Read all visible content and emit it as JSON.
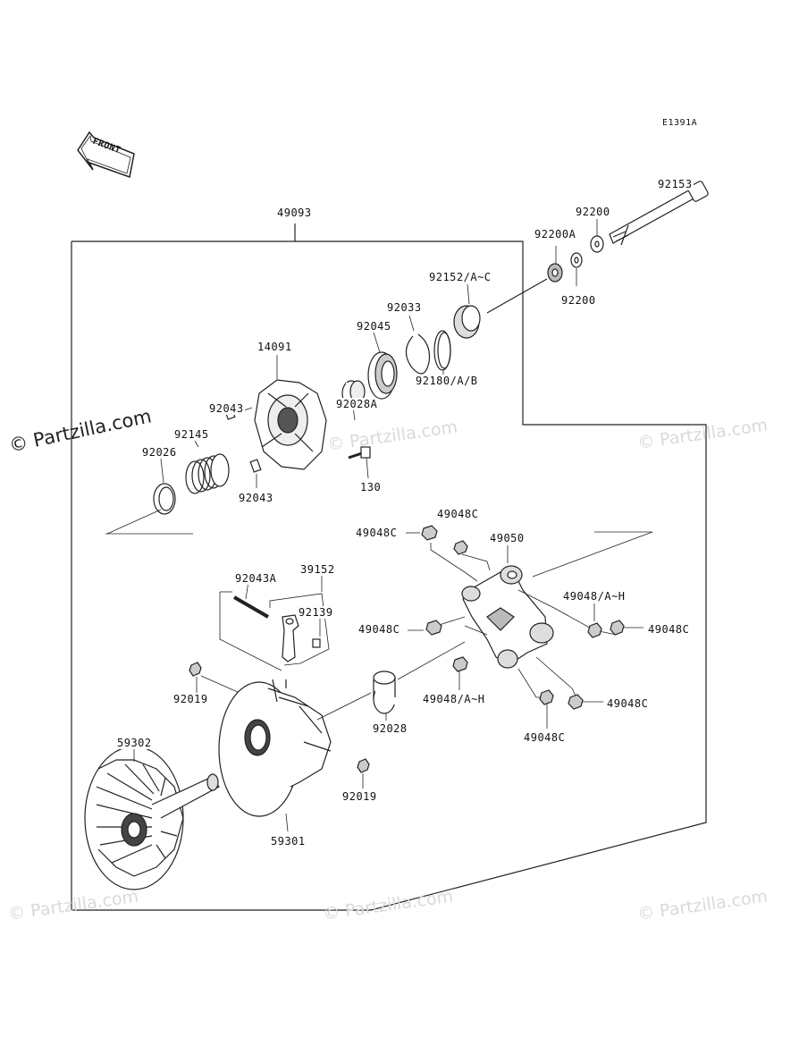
{
  "diagram_code": "E1391A",
  "front_arrow_text": "FRONT",
  "watermark": "© Partzilla.com",
  "parts": {
    "p92153": "92153",
    "p92200_top": "92200",
    "p92200A": "92200A",
    "p92200_bottom": "92200",
    "p49093": "49093",
    "p92152": "92152/A~C",
    "p92033": "92033",
    "p92045": "92045",
    "p92180": "92180/A/B",
    "p14091": "14091",
    "p92043_top": "92043",
    "p92028A": "92028A",
    "p92145": "92145",
    "p92026": "92026",
    "p92043_bottom": "92043",
    "p130": "130",
    "p49048C_a": "49048C",
    "p49048C_b": "49048C",
    "p49050": "49050",
    "p92043A": "92043A",
    "p39152": "39152",
    "p92139": "92139",
    "p49048AH_right": "49048/A~H",
    "p49048C_c": "49048C",
    "p49048C_d": "49048C",
    "p92019_top": "92019",
    "p49048AH_mid": "49048/A~H",
    "p49048C_e": "49048C",
    "p92028": "92028",
    "p49048C_f": "49048C",
    "p59302": "59302",
    "p92019_bottom": "92019",
    "p59301": "59301"
  }
}
